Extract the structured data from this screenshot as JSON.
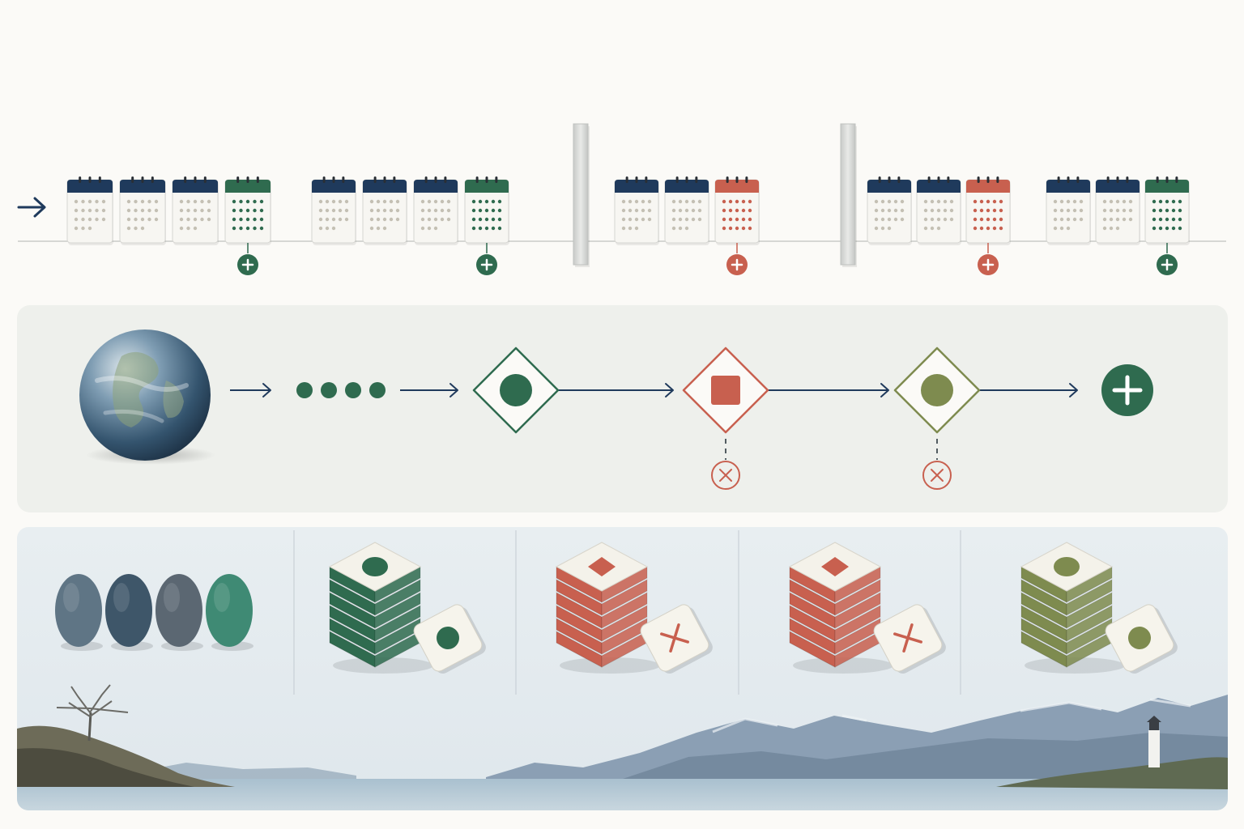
{
  "colors": {
    "background": "#fbfaf7",
    "navy": "#1f3a5c",
    "green": "#2f6b4f",
    "red": "#c8604f",
    "olive": "#7e8b4f",
    "stone": "#d9dbd8",
    "panel": "#eef0ec",
    "scene_sky": "#e4eaee"
  },
  "timeline": {
    "groups": [
      {
        "cards": [
          "default",
          "default",
          "default",
          "green"
        ],
        "marker": "plus",
        "marker_color": "green"
      },
      {
        "cards": [
          "default",
          "default",
          "default",
          "green"
        ],
        "marker": "plus",
        "marker_color": "green"
      },
      {
        "cards": [
          "default",
          "default",
          "red"
        ],
        "marker": "plus",
        "marker_color": "red"
      },
      {
        "cards": [
          "default",
          "default",
          "red"
        ],
        "marker": "plus",
        "marker_color": "red"
      },
      {
        "cards": [
          "default",
          "default",
          "green"
        ],
        "marker": "plus",
        "marker_color": "green"
      }
    ],
    "barriers": 2,
    "start_icon": "arrow-right-icon"
  },
  "flow": {
    "start_icon": "globe-icon",
    "dots": 4,
    "steps": [
      {
        "shape": "diamond",
        "color": "green",
        "inner": "circle",
        "rejected": false
      },
      {
        "shape": "diamond",
        "color": "red",
        "inner": "square",
        "rejected": true
      },
      {
        "shape": "diamond",
        "color": "olive",
        "inner": "circle",
        "rejected": true
      }
    ],
    "end_icon": "plus-circle-icon",
    "reject_icon": "x-circle-icon"
  },
  "scene": {
    "stones": [
      "#5f7585",
      "#3e5669",
      "#5b6772",
      "#3f8a74"
    ],
    "stacks": [
      {
        "color": "green",
        "inner": "circle",
        "card_mark": "circle"
      },
      {
        "color": "red",
        "inner": "square",
        "card_mark": "x"
      },
      {
        "color": "red",
        "inner": "square",
        "card_mark": "x"
      },
      {
        "color": "olive",
        "inner": "circle",
        "card_mark": "circle"
      }
    ],
    "landscape": [
      "tree-icon",
      "mountains",
      "lighthouse-icon",
      "water"
    ]
  }
}
